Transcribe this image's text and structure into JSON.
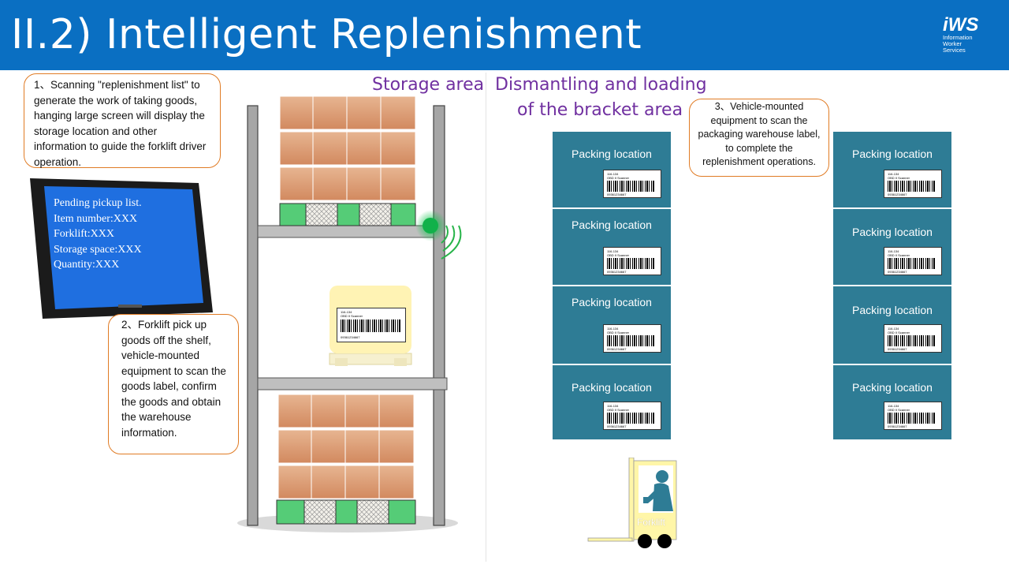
{
  "header": {
    "title": "II.2) Intelligent Replenishment",
    "logo": {
      "mark": "iWS",
      "line1": "Information",
      "line2": "Worker",
      "line3": "Services"
    }
  },
  "callouts": {
    "step1": "1、Scanning \"replenishment list\" to generate the work of taking goods, hanging large screen will display the storage location and other information to guide the forklift driver operation.",
    "step2": "2、Forklift pick up goods off the shelf, vehicle-mounted equipment to scan the goods label, confirm the goods and obtain the warehouse information.",
    "step3": "3、Vehicle-mounted equipment to scan the packaging warehouse label, to complete the replenishment operations."
  },
  "screen": {
    "line1": "Pending pickup list.",
    "line2": "Item number:XXX",
    "line3": "Forklift:XXX",
    "line4": "Storage space:XXX",
    "line5": "Quantity:XXX"
  },
  "sections": {
    "storage": "Storage area",
    "dismantling_line1": "Dismantling and loading",
    "dismantling_line2": "of the bracket area"
  },
  "goods_label": {
    "code": "116-134",
    "name": "OBD II Scanner",
    "number": "09361234667"
  },
  "packing_label": {
    "code": "116-134",
    "name": "OBD II Scanner",
    "number": "09361234667"
  },
  "packing_locations": [
    "Packing location",
    "Packing location",
    "Packing location",
    "Packing location",
    "Packing location",
    "Packing location",
    "Packing location",
    "Packing location"
  ],
  "forklift": {
    "label": "Forklift"
  },
  "colors": {
    "header": "#0a6fc2",
    "tile": "#2e7c95",
    "callout_border": "#e07b24",
    "section_label": "#7030a0",
    "screen": "#1f6fe0"
  }
}
